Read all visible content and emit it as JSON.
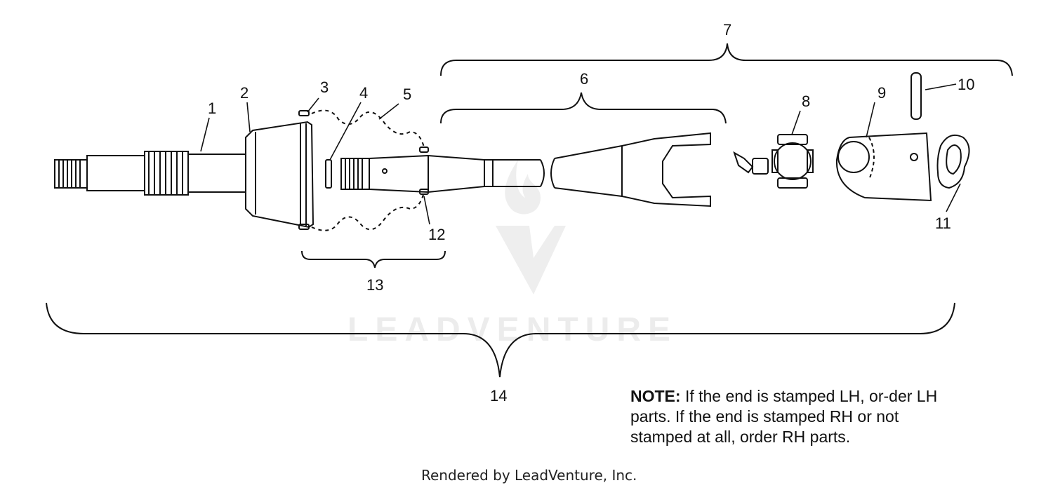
{
  "callouts": [
    "1",
    "2",
    "3",
    "4",
    "5",
    "6",
    "7",
    "8",
    "9",
    "10",
    "11",
    "12",
    "13",
    "14"
  ],
  "note": {
    "heading": "NOTE:",
    "body": " If the end is stamped LH, or-der LH parts. If the end is stamped RH or not stamped at all, order RH parts."
  },
  "watermark": "LEADVENTURE",
  "footer": "Rendered by LeadVenture, Inc."
}
